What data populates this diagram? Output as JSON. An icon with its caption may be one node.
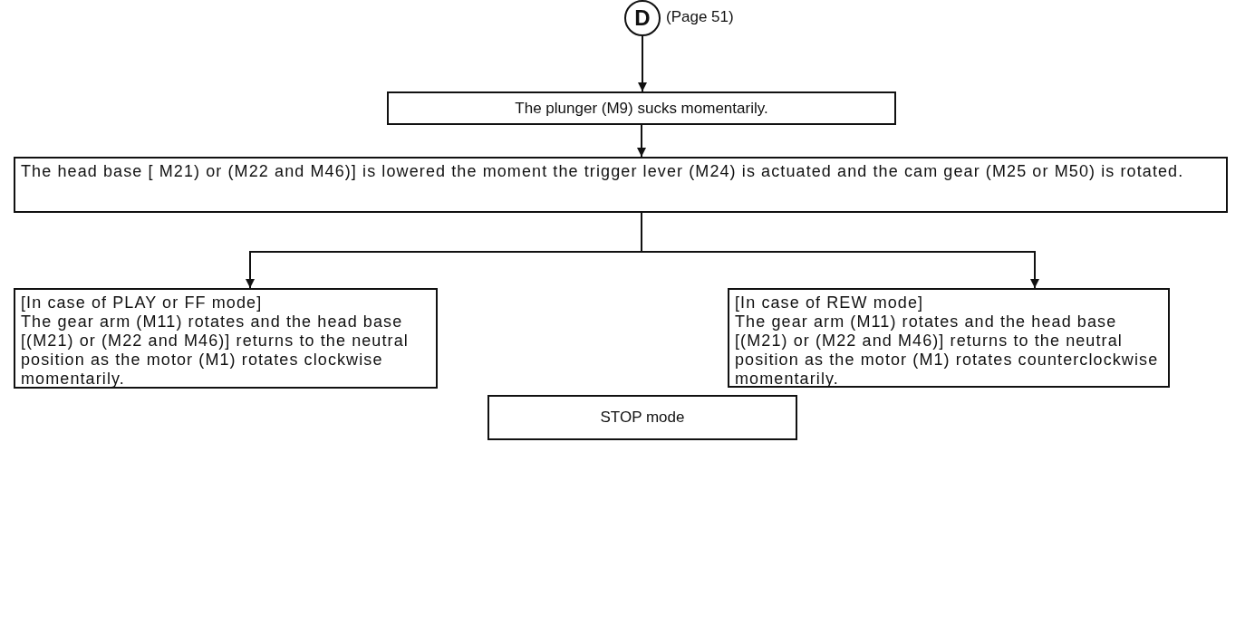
{
  "diagram": {
    "nodes": [
      {
        "text": [
          "D"
        ],
        "beside": [
          "(Page 51)"
        ]
      },
      {
        "text": [
          "The plunger (M9) sucks momentarily."
        ]
      },
      {
        "text": [
          "The head base [ M21) or (M22 and M46)] is lowered the moment the trigger lever (M24) is actuated and the cam gear (M25 or M50) is rotated."
        ]
      },
      {
        "text": [
          "[In case of PLAY or FF mode]",
          "The gear arm (M11) rotates and the head base [(M21) or (M22 and M46)] returns to the neutral position as the motor (M1) rotates clockwise momentarily."
        ]
      },
      {
        "text": [
          "[In case of REW mode]",
          "The gear arm (M11) rotates and the head base [(M21) or (M22 and M46)] returns to the neutral position as the motor (M1) rotates counterclockwise momentarily."
        ]
      },
      {
        "text": [
          "STOP mode"
        ]
      }
    ],
    "edges": [
      {
        "from": 0,
        "to": 1,
        "arrow": "to"
      },
      {
        "from": 1,
        "to": 2,
        "arrow": "to"
      },
      {
        "from": 2,
        "to": 3,
        "arrow": "to"
      },
      {
        "from": 2,
        "to": 4,
        "arrow": "to"
      }
    ]
  }
}
